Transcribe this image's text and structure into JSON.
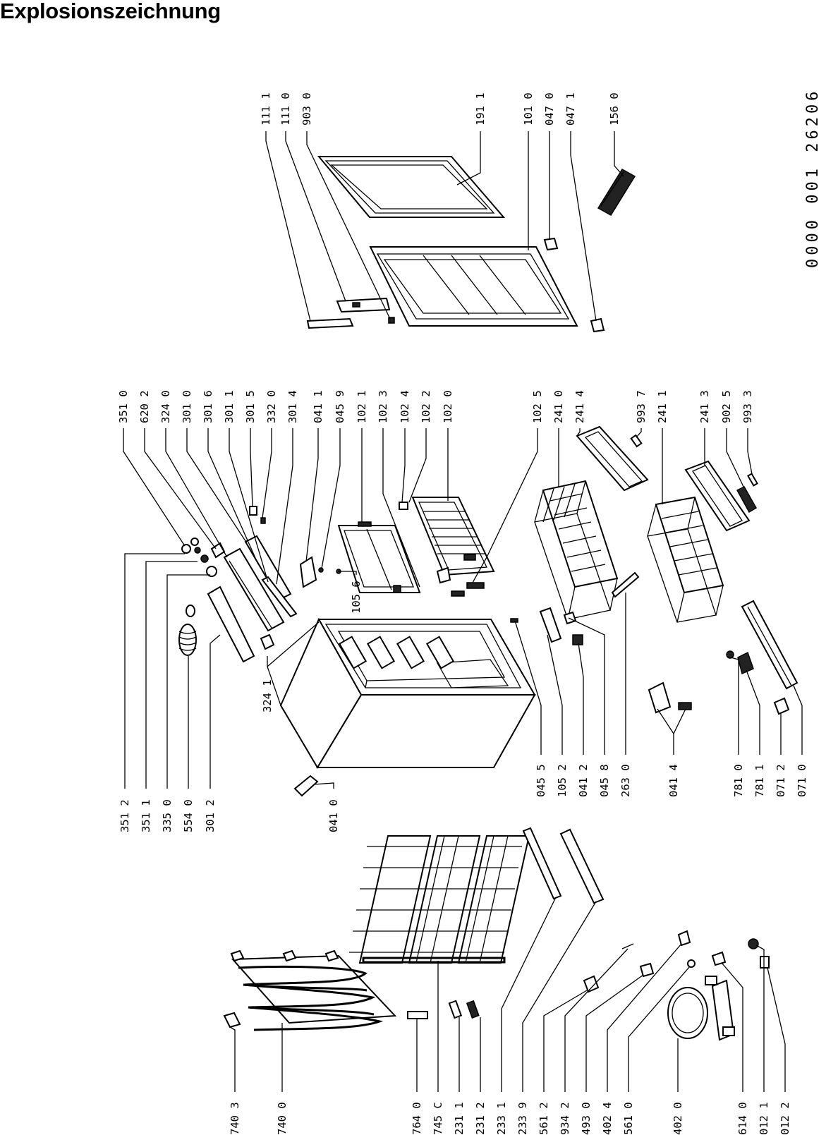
{
  "title": "Explosionszeichnung",
  "document_number": "0000 001 26206",
  "labels": {
    "top_right_group": [
      "111 1",
      "111 0",
      "903 0",
      "191 1",
      "101 0",
      "047 0",
      "047 1",
      "156 0"
    ],
    "middle_group": [
      "351 0",
      "620 2",
      "324 0",
      "301 0",
      "301 6",
      "301 1",
      "301 5",
      "332 0",
      "301 4",
      "041 1",
      "045 9",
      "102 1",
      "102 3",
      "102 4",
      "102 2",
      "102 0",
      "102 5",
      "241 0",
      "241 4",
      "993 7",
      "241 1",
      "241 3",
      "902 5",
      "993 3"
    ],
    "left_cabinet_group": [
      "351 2",
      "351 1",
      "335 0",
      "554 0",
      "301 2",
      "041 0"
    ],
    "mid_labels": [
      "324 1",
      "105 6"
    ],
    "bottom_middle_group": [
      "045 5",
      "105 2",
      "041 2",
      "045 8",
      "263 0",
      "041 4",
      "781 0",
      "781 1",
      "071 2",
      "071 0"
    ],
    "bottom_left_group": [
      "740 3",
      "740 0",
      "764 0",
      "745 C",
      "231 1",
      "231 2",
      "233 1",
      "233 9",
      "561 2",
      "934 2",
      "493 0",
      "402 4",
      "561 0",
      "402 0",
      "614 0",
      "012 1",
      "012 2"
    ]
  }
}
